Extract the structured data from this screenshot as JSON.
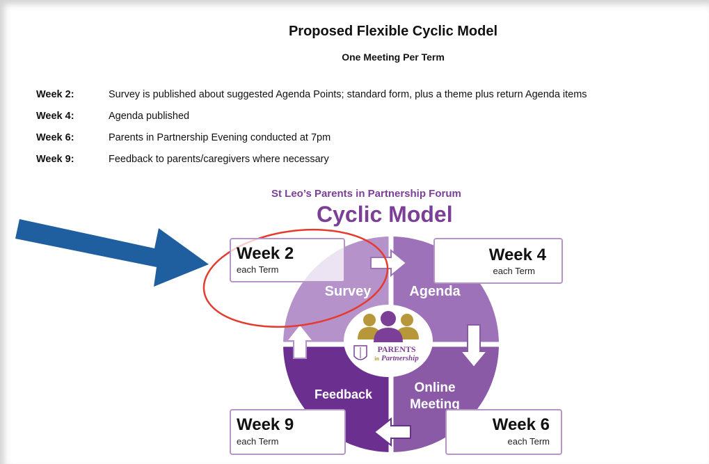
{
  "doc": {
    "title": "Proposed Flexible Cyclic Model",
    "subtitle": "One Meeting Per Term",
    "rows": [
      {
        "week": "Week 2:",
        "desc": "Survey is published about suggested Agenda Points; standard form, plus a theme plus return Agenda items"
      },
      {
        "week": "Week 4:",
        "desc": "Agenda published"
      },
      {
        "week": "Week 6:",
        "desc": "Parents in Partnership Evening conducted at 7pm"
      },
      {
        "week": "Week 9:",
        "desc": "Feedback to parents/caregivers where necessary"
      }
    ]
  },
  "diagram": {
    "forum_title": "St Leo’s Parents in Partnership Forum",
    "heading": "Cyclic Model",
    "segments": {
      "survey": "Survey",
      "agenda": "Agenda",
      "feedback": "Feedback",
      "online": "Online",
      "meeting": "Meeting"
    },
    "boxes": {
      "week2": {
        "week": "Week 2",
        "term": "each Term"
      },
      "week4": {
        "week": "Week 4",
        "term": "each Term"
      },
      "week6": {
        "week": "Week 6",
        "term": "each Term"
      },
      "week9": {
        "week": "Week 9",
        "term": "each Term"
      }
    },
    "logo": {
      "line1": "PARENTS",
      "line2": "in",
      "line3": "Partnership"
    }
  },
  "colors": {
    "survey": "#b592c9",
    "agenda": "#9d72b8",
    "online": "#8a5aa6",
    "feedback": "#6b2f8f",
    "blue_arrow": "#1f5f9f",
    "red_circle": "#e53a2e",
    "purple_text": "#7b3f98",
    "gold": "#b8963a"
  }
}
